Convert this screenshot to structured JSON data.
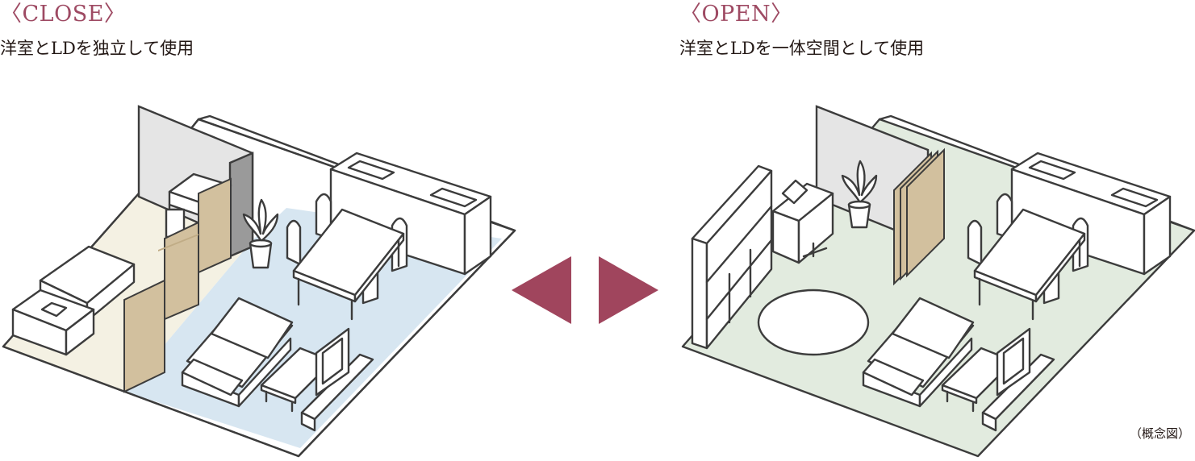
{
  "close": {
    "title": "〈CLOSE〉",
    "subtitle": "洋室とLDを独立して使用"
  },
  "open": {
    "title": "〈OPEN〉",
    "subtitle": "洋室とLDを一体空間として使用"
  },
  "note": "（概念図）",
  "colors": {
    "accent": "#9e4a63",
    "arrow": "#a0455d",
    "close_room_floor": "#f4f1e3",
    "close_ld_floor": "#d7e6f1",
    "open_floor": "#e2ebdf",
    "partition": "#d2c09e",
    "wall": "#e5e5e5",
    "wall_dark": "#9a9a9a"
  },
  "toggle": {
    "left_icon": "triangle-left-icon",
    "right_icon": "triangle-right-icon"
  }
}
